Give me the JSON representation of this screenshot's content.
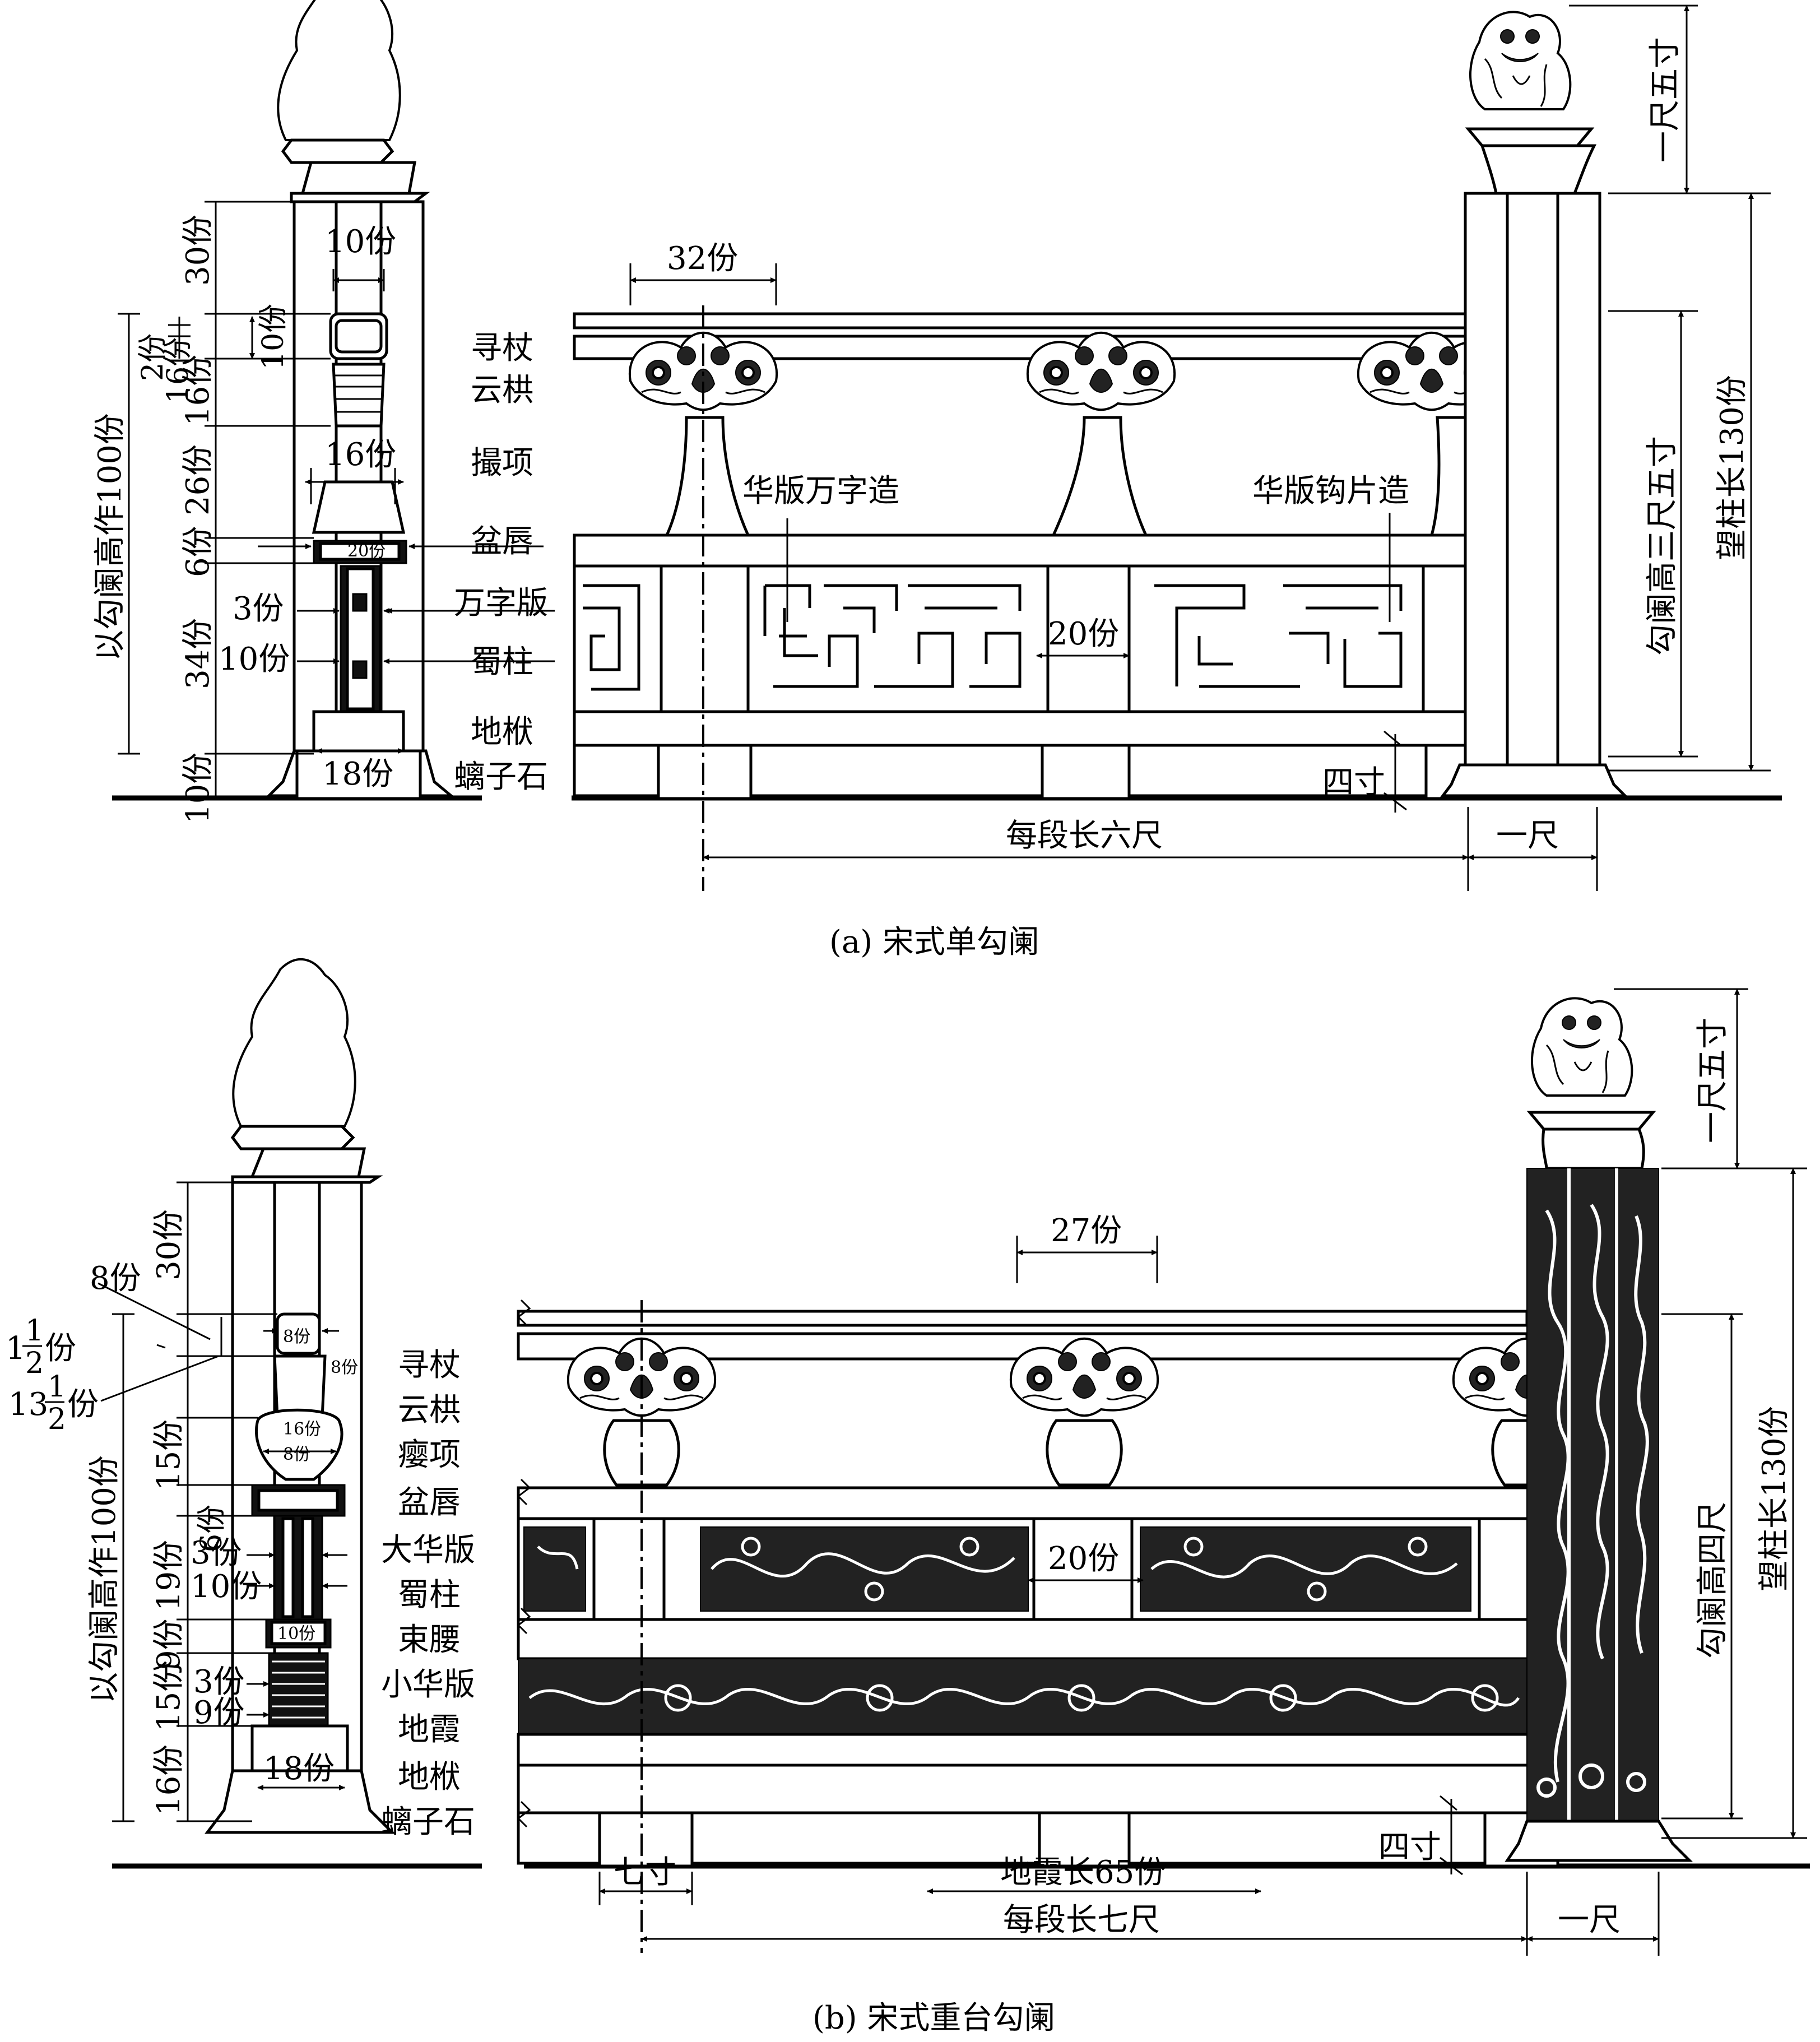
{
  "figure_a": {
    "caption": "(a) 宋式单勾阑",
    "section_dims": {
      "d30": "30份",
      "d10a": "10份",
      "d10b": "10份",
      "d2": "2份",
      "d16a": "16份",
      "d16b": "16份",
      "d26": "26份",
      "d6": "6份",
      "d20": "20份",
      "d3": "3份",
      "d34": "34份",
      "d10c": "10份",
      "d18": "18份",
      "d10d": "10份",
      "total": "以勾阑高作100份"
    },
    "parts": {
      "p1": "寻杖",
      "p2": "云栱",
      "p3": "撮项",
      "p4": "盆唇",
      "p5": "万字版",
      "p6": "蜀柱",
      "p7": "地栿",
      "p8": "螭子石"
    },
    "elev": {
      "d32": "32份",
      "wan": "华版万字造",
      "gou": "华版钩片造",
      "d20": "20份",
      "si": "四寸",
      "seg": "每段长六尺",
      "yichi": "一尺",
      "top": "一尺五寸",
      "height": "勾阑高三尺五寸",
      "post": "望柱长130份"
    }
  },
  "figure_b": {
    "caption": "(b) 宋式重台勾阑",
    "section_dims": {
      "d30": "30份",
      "d8a": "8份",
      "d8b": "8份",
      "d8c": "8份",
      "d8d": "8份",
      "half1": "1",
      "half1n": "1",
      "half1d": "2",
      "half1u": "份",
      "half13": "13",
      "half13n": "1",
      "half13d": "2",
      "half13u": "份",
      "d16": "16份",
      "d15a": "15份",
      "d6": "6份",
      "d3a": "3份",
      "d19": "19份",
      "d10a": "10份",
      "d10b": "10份",
      "d9a": "9份",
      "d3b": "3份",
      "d15b": "15份",
      "d9b": "9份",
      "d16b": "16份",
      "d18": "18份",
      "total": "以勾阑高作100份"
    },
    "parts": {
      "p1": "寻杖",
      "p2": "云栱",
      "p3": "瘿项",
      "p4": "盆唇",
      "p5": "大华版",
      "p6": "蜀柱",
      "p7": "束腰",
      "p8": "小华版",
      "p9": "地霞",
      "p10": "地栿",
      "p11": "螭子石"
    },
    "elev": {
      "d27": "27份",
      "d20": "20份",
      "si": "四寸",
      "qi": "七寸",
      "dixia": "地霞长65份",
      "seg": "每段长七尺",
      "yichi": "一尺",
      "top": "一尺五寸",
      "height": "勾阑高四尺",
      "post": "望柱长130份"
    }
  }
}
